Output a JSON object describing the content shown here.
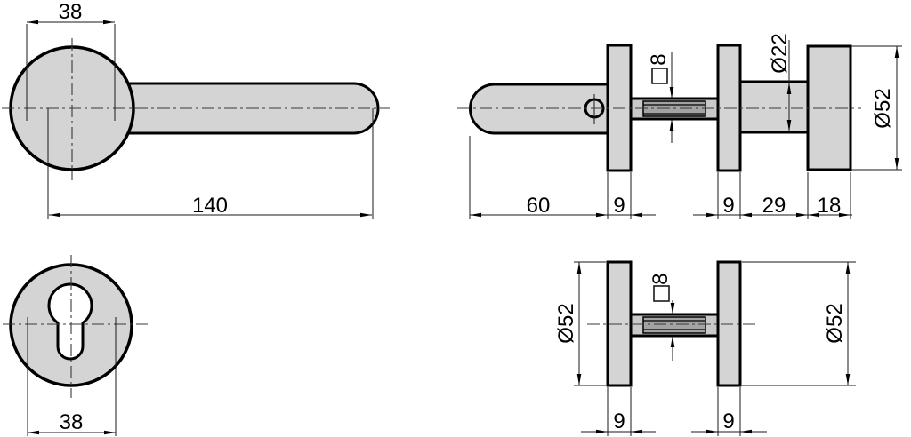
{
  "drawing": {
    "kind": "technical-drawing",
    "subject": "lever door handle with knob, spindle and escutcheons",
    "colors": {
      "part_fill": "#d4d4d4",
      "spindle_fill": "#c9c9c9",
      "spindle_core_fill": "#a3a3a3",
      "keyhole_fill": "#ffffff",
      "outline": "#000000",
      "background": "#ffffff"
    }
  },
  "views": {
    "lever_front": {
      "width": "38",
      "length": "140"
    },
    "assembly_side": {
      "grip_length": "60",
      "rose_left_thickness": "9",
      "rose_right_thickness": "9",
      "neck_length": "29",
      "knob_thickness": "18",
      "neck_diameter": "Ø22",
      "knob_diameter": "Ø52",
      "spindle_square": "8"
    },
    "escutcheon_front": {
      "width": "38"
    },
    "roses_side": {
      "rose_left_diameter": "Ø52",
      "rose_right_diameter": "Ø52",
      "rose_left_thickness": "9",
      "rose_right_thickness": "9",
      "spindle_square": "8"
    }
  }
}
